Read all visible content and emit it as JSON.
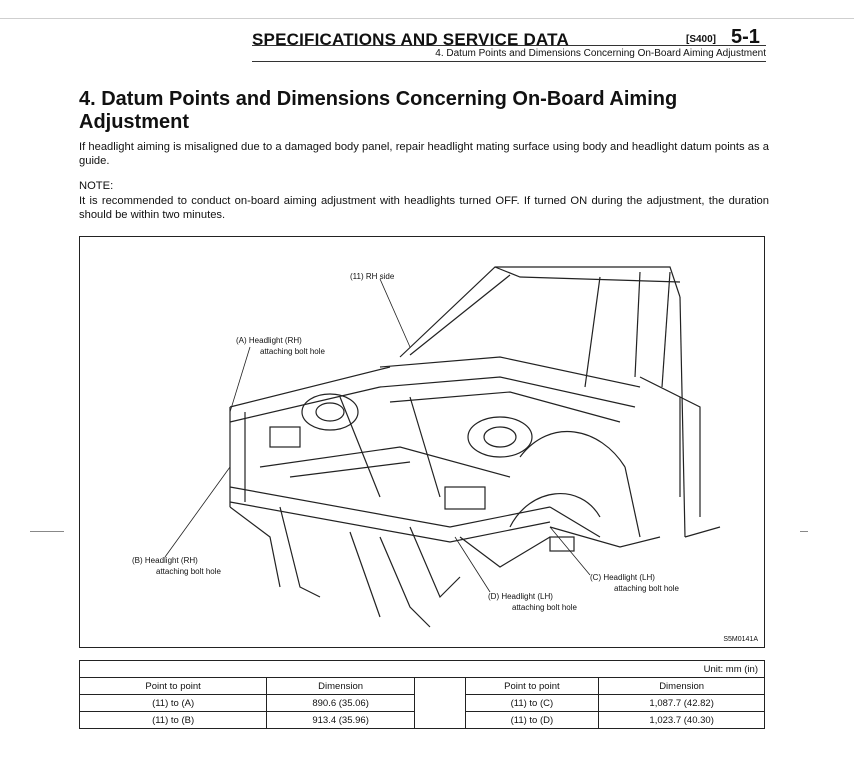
{
  "header": {
    "title": "SPECIFICATIONS AND SERVICE DATA",
    "code": "[S400]",
    "page": "5-1",
    "subtitle": "4. Datum Points and Dimensions Concerning On-Board Aiming Adjustment"
  },
  "section": {
    "title": "4. Datum Points and Dimensions Concerning On-Board Aiming Adjustment",
    "intro": "If headlight aiming is misaligned due to a damaged body panel, repair headlight mating surface using body and headlight datum points as a guide.",
    "note_label": "NOTE:",
    "note_text": "It is recommended to conduct on-board aiming adjustment with headlights turned OFF. If turned ON during the adjustment, the duration should be within two minutes."
  },
  "figure": {
    "callout_11_line1": "(11) RH side",
    "callout_a_line1": "(A) Headlight (RH)",
    "callout_a_line2": "attaching bolt hole",
    "callout_b_line1": "(B) Headlight (RH)",
    "callout_b_line2": "attaching bolt hole",
    "callout_c_line1": "(C) Headlight (LH)",
    "callout_c_line2": "attaching bolt hole",
    "callout_d_line1": "(D) Headlight (LH)",
    "callout_d_line2": "attaching bolt hole",
    "figure_id": "S5M0141A"
  },
  "table": {
    "unit": "Unit: mm (in)",
    "col_point": "Point to point",
    "col_dimension": "Dimension",
    "left_rows": [
      {
        "point": "(11) to (A)",
        "dimension": "890.6 (35.06)"
      },
      {
        "point": "(11) to (B)",
        "dimension": "913.4 (35.96)"
      }
    ],
    "right_rows": [
      {
        "point": "(11) to (C)",
        "dimension": "1,087.7 (42.82)"
      },
      {
        "point": "(11) to (D)",
        "dimension": "1,023.7 (40.30)"
      }
    ]
  }
}
